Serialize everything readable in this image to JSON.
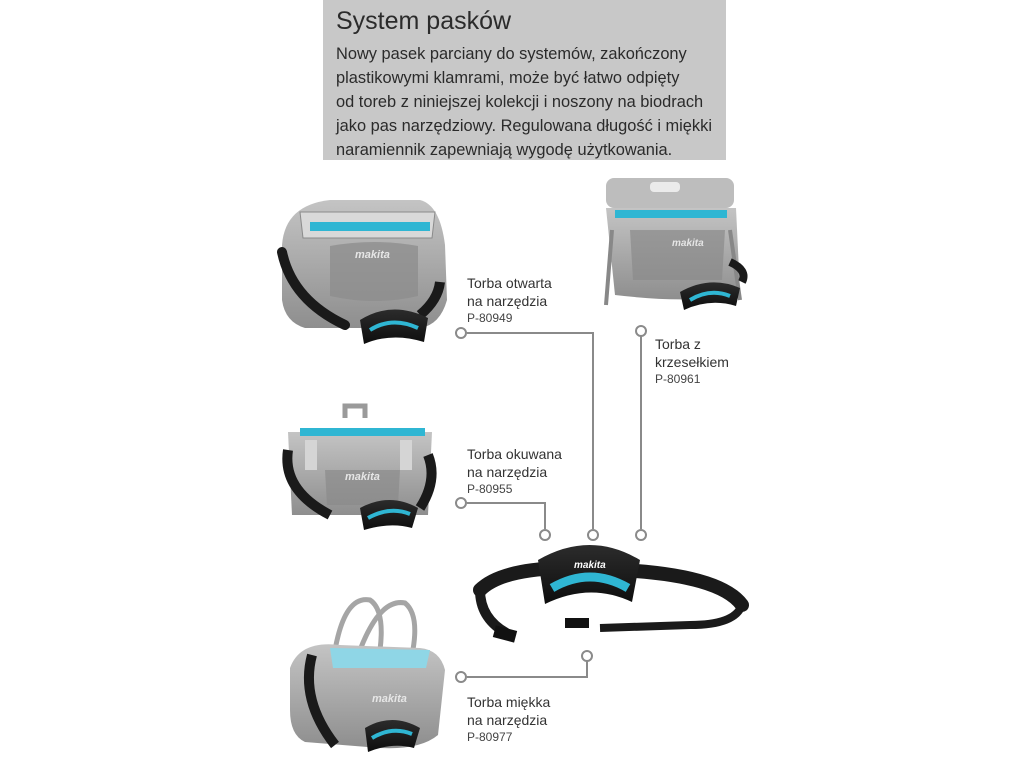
{
  "header": {
    "title": "System pasków",
    "lines": [
      "Nowy pasek parciany do systemów, zakończony",
      "plastikowymi klamrami, może być łatwo odpięty",
      "od toreb z niniejszej kolekcji i noszony na biodrach",
      "jako pas narzędziowy. Regulowana długość i miękki",
      "naramiennik zapewniają wygodę użytkowania."
    ]
  },
  "products": [
    {
      "line1": "Torba otwarta",
      "line2": "na narzędzia",
      "code": "P-80949"
    },
    {
      "line1": "Torba z",
      "line2": "krzesełkiem",
      "code": "P-80961"
    },
    {
      "line1": "Torba okuwana",
      "line2": "na narzędzia",
      "code": "P-80955"
    },
    {
      "line1": "Torba miękka",
      "line2": "na narzędzia",
      "code": "P-80977"
    }
  ],
  "brand": "makita",
  "colors": {
    "header_bg": "#c8c8c8",
    "connector": "#8a8a8a",
    "accent_cyan": "#2fb6d3",
    "strap_black": "#1a1a1a",
    "bag_gray": "#a9a9a9"
  }
}
